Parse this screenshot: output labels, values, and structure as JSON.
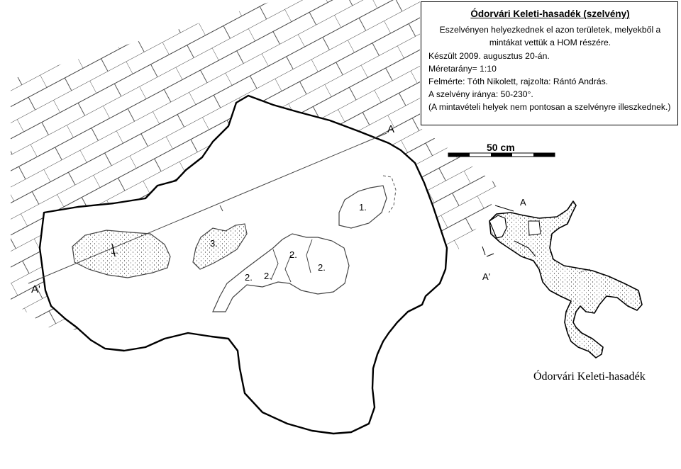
{
  "info": {
    "title": "Ódorvári Keleti-hasadék (szelvény)",
    "line1": "Eszelvényen helyezkednek el azon területek, melyekből a",
    "line2": "mintákat vettük a HOM részére.",
    "date": "Készült 2009. augusztus 20-án.",
    "scale": "Méretarány= 1:10",
    "authors": "Felmérte: Tóth Nikolett, rajzolta: Rántó András.",
    "direction": "A szelvény iránya: 50-230°.",
    "note": "(A mintavételi helyek nem pontosan a szelvényre illeszkednek.)"
  },
  "scale_bar": {
    "label": "50 cm"
  },
  "section_labels": {
    "start": "A",
    "end": "A'"
  },
  "map": {
    "label_a": "A",
    "label_a_prime": "A'",
    "caption": "Ódorvári Keleti-hasadék"
  },
  "sample_numbers": {
    "s1": "1.",
    "s2": "2.",
    "s3": "3."
  }
}
